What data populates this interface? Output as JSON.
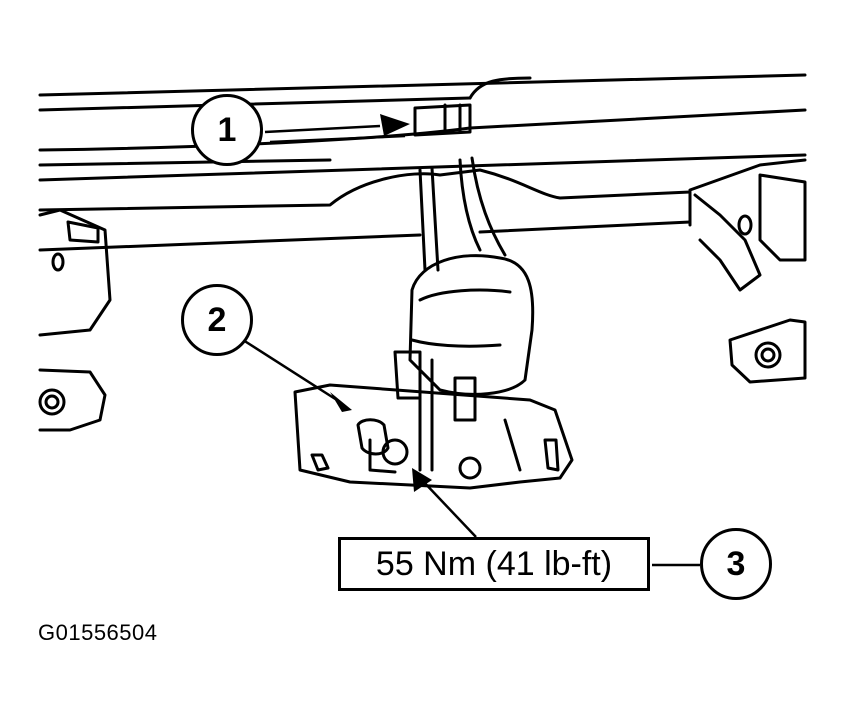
{
  "callouts": [
    {
      "label": "1"
    },
    {
      "label": "2"
    },
    {
      "label": "3"
    }
  ],
  "torque_spec": "55 Nm (41 lb-ft)",
  "figure_id": "G01556504"
}
